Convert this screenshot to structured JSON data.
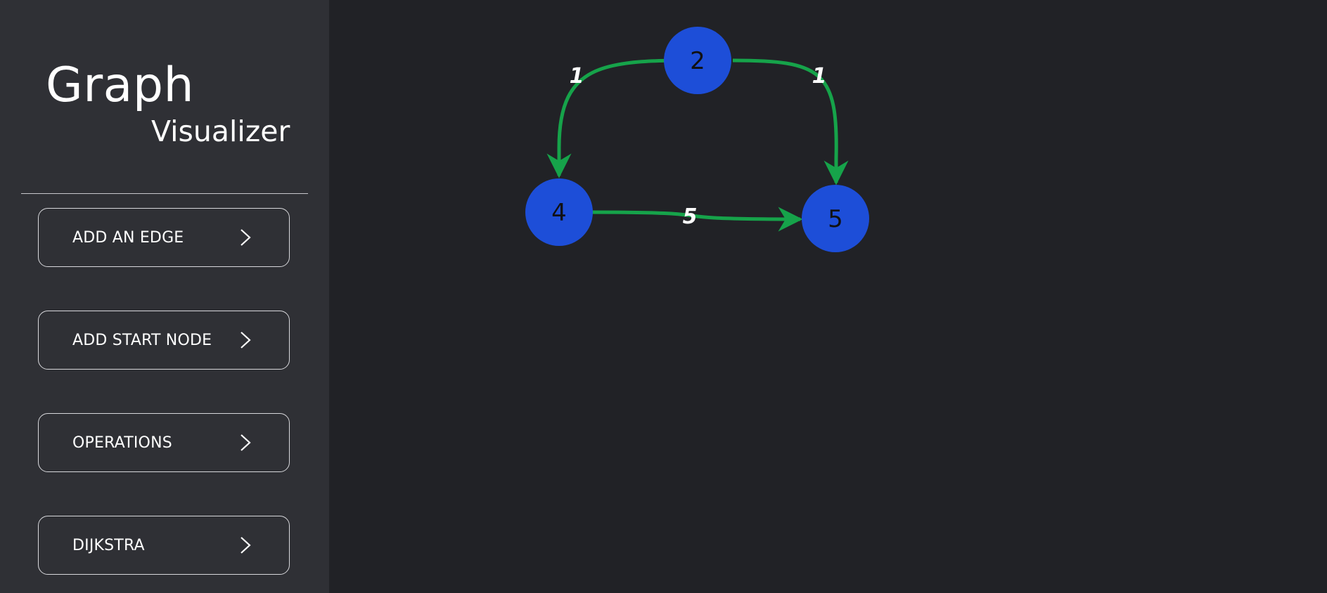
{
  "sidebar": {
    "brand": {
      "title": "Graph",
      "subtitle": "Visualizer"
    },
    "menu": [
      {
        "label": "ADD AN EDGE"
      },
      {
        "label": "ADD START NODE"
      },
      {
        "label": "OPERATIONS"
      },
      {
        "label": "DIJKSTRA"
      }
    ]
  },
  "graph": {
    "node_color": "#1d4ed8",
    "edge_color": "#16a34a",
    "nodes": [
      {
        "id": "2",
        "label": "2"
      },
      {
        "id": "4",
        "label": "4"
      },
      {
        "id": "5",
        "label": "5"
      }
    ],
    "edges": [
      {
        "from": "2",
        "to": "4",
        "weight": "1"
      },
      {
        "from": "2",
        "to": "5",
        "weight": "1"
      },
      {
        "from": "4",
        "to": "5",
        "weight": "5"
      }
    ]
  }
}
